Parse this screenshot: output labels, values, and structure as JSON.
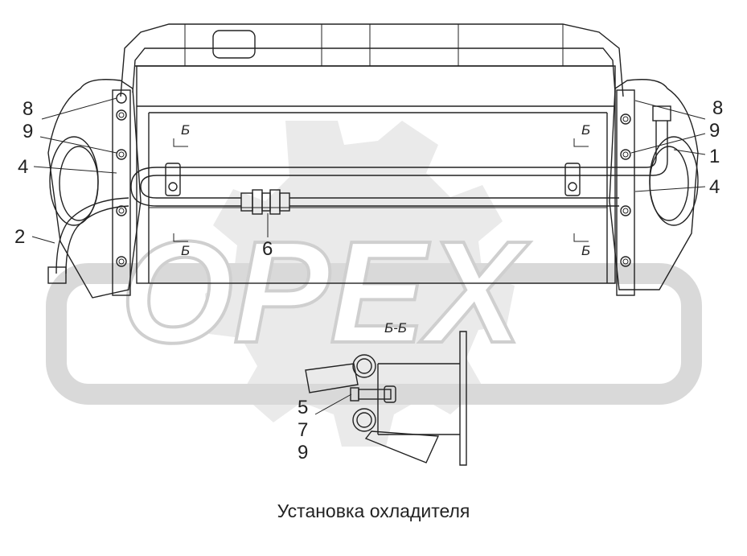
{
  "watermark": {
    "text": "OPEX",
    "color": "#d6d6d6"
  },
  "callouts": {
    "c8_left": "8",
    "c9_left": "9",
    "c4_left": "4",
    "c2": "2",
    "c6": "6",
    "c8_right": "8",
    "c9_right": "9",
    "c1": "1",
    "c4_right": "4",
    "c5": "5",
    "c7": "7",
    "c9_bottom": "9"
  },
  "section_marks": {
    "b1": "Б",
    "b2": "Б",
    "b3": "Б",
    "b4": "Б"
  },
  "section_title": "Б-Б",
  "caption": "Установка охладителя"
}
